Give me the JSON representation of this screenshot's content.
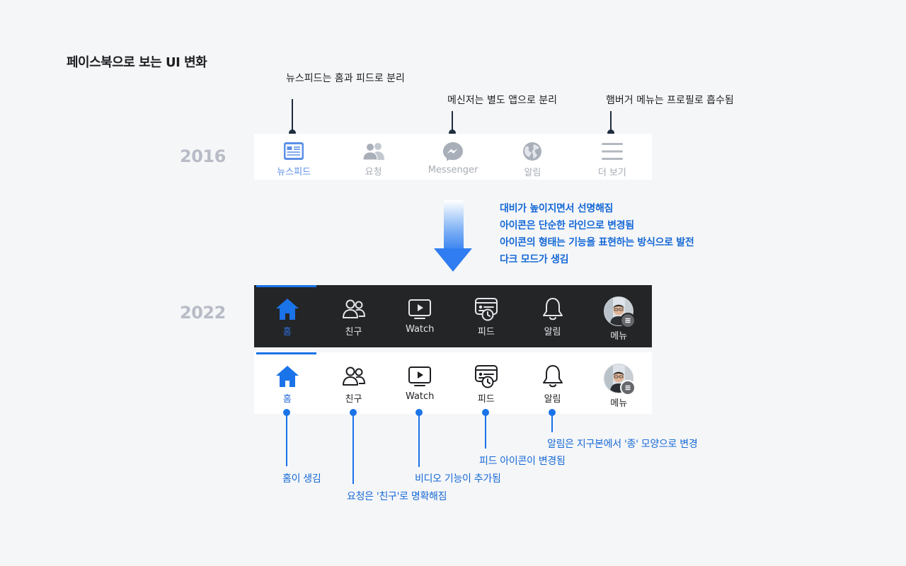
{
  "page": {
    "title": "페이스북으로 보는 UI 변화"
  },
  "years": {
    "old": "2016",
    "new": "2022"
  },
  "top_annotations": [
    "뉴스피드는 홈과 피드로 분리",
    "메신저는 별도 앱으로 분리",
    "햄버거 메뉴는 프로필로 흡수됨"
  ],
  "bar_2016": {
    "tabs": [
      {
        "label": "뉴스피드",
        "icon": "newsfeed-icon",
        "active": true
      },
      {
        "label": "요청",
        "icon": "friend-requests-icon",
        "active": false
      },
      {
        "label": "Messenger",
        "icon": "messenger-icon",
        "active": false
      },
      {
        "label": "알림",
        "icon": "globe-icon",
        "active": false
      },
      {
        "label": "더 보기",
        "icon": "hamburger-menu-icon",
        "active": false
      }
    ],
    "colors": {
      "active": "#5b8fe8",
      "inactive": "#a7acb4"
    }
  },
  "changes": [
    "대비가 높이지면서 선명해짐",
    "아이콘은 단순한 라인으로 변경됨",
    "아이콘의 형태는 기능을 표현하는 방식으로 발전",
    "다크 모드가 생김"
  ],
  "bar_2022": {
    "tabs": [
      {
        "label": "홈",
        "icon": "home-icon",
        "active": true
      },
      {
        "label": "친구",
        "icon": "friends-icon",
        "active": false
      },
      {
        "label": "Watch",
        "icon": "watch-icon",
        "active": false
      },
      {
        "label": "피드",
        "icon": "feed-icon",
        "active": false
      },
      {
        "label": "알림",
        "icon": "bell-icon",
        "active": false
      },
      {
        "label": "메뉴",
        "icon": "profile-menu-icon",
        "active": false
      }
    ],
    "colors": {
      "accent": "#1a73e8",
      "dark_bg": "#242526",
      "light_bg": "#ffffff"
    }
  },
  "bottom_annotations": [
    "홈이 생김",
    "요청은 '친구'로 명확해짐",
    "비디오 기능이 추가됨",
    "피드 아이콘이 변경됨",
    "알림은 지구본에서 '종' 모양으로 변경"
  ]
}
